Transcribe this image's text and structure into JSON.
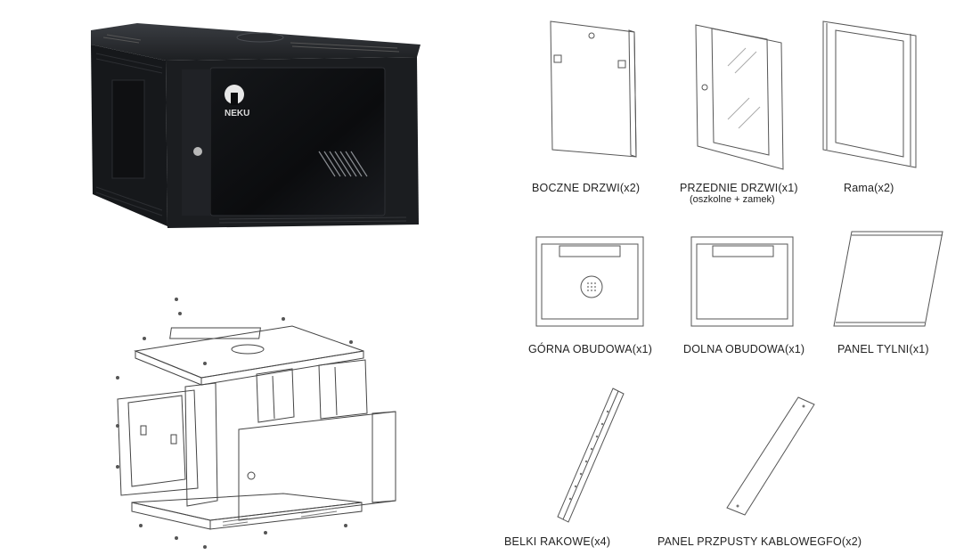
{
  "brand": "NEKU",
  "parts": [
    {
      "label": "BOCZNE DRZWI(x2)"
    },
    {
      "label": "PRZEDNIE DRZWI(x1)",
      "note": "(oszkolne + zamek)"
    },
    {
      "label": "Rama(x2)"
    },
    {
      "label": "GÓRNA OBUDOWA(x1)"
    },
    {
      "label": "DOLNA OBUDOWA(x1)"
    },
    {
      "label": "PANEL TYLNI(x1)"
    },
    {
      "label": "BELKI RAKOWE(x4)"
    },
    {
      "label": "PANEL PRZPUSTY KABLOWEGFO(x2)"
    }
  ]
}
